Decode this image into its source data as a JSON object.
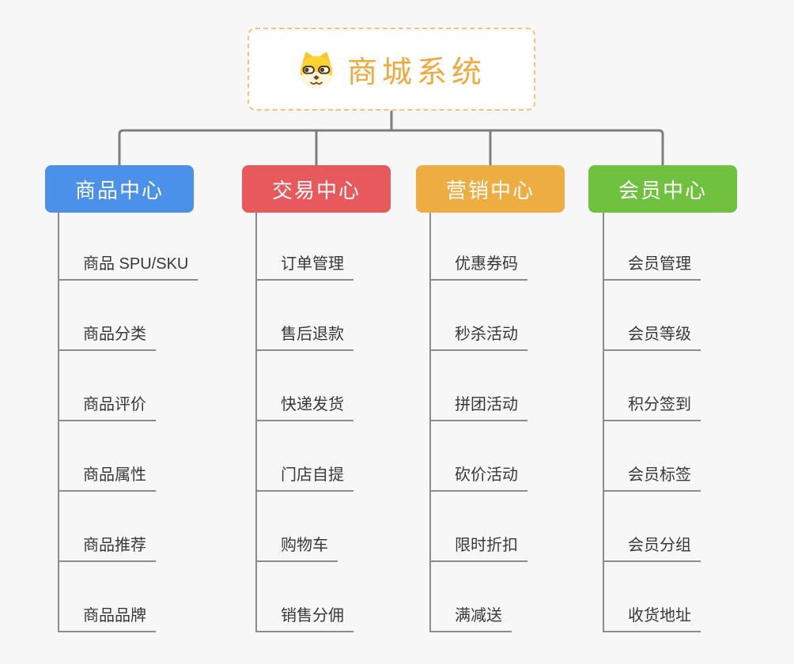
{
  "root": {
    "title": "商城系统",
    "icon": "dog-face-icon"
  },
  "branches": [
    {
      "label": "商品中心",
      "color": "#4C91E9",
      "children": [
        "商品 SPU/SKU",
        "商品分类",
        "商品评价",
        "商品属性",
        "商品推荐",
        "商品品牌"
      ]
    },
    {
      "label": "交易中心",
      "color": "#E7595B",
      "children": [
        "订单管理",
        "售后退款",
        "快递发货",
        "门店自提",
        "购物车",
        "销售分佣"
      ]
    },
    {
      "label": "营销中心",
      "color": "#EEAD43",
      "children": [
        "优惠券码",
        "秒杀活动",
        "拼团活动",
        "砍价活动",
        "限时折扣",
        "满减送"
      ]
    },
    {
      "label": "会员中心",
      "color": "#70C140",
      "children": [
        "会员管理",
        "会员等级",
        "积分签到",
        "会员标签",
        "会员分组",
        "收货地址"
      ]
    }
  ],
  "colors": {
    "background": "#F7F7F7",
    "connector": "#7E7E7E",
    "leaf_line": "#8C8C8C",
    "leaf_text": "#383838",
    "root_border": "#F2C57E",
    "root_title": "#EFA93C"
  }
}
